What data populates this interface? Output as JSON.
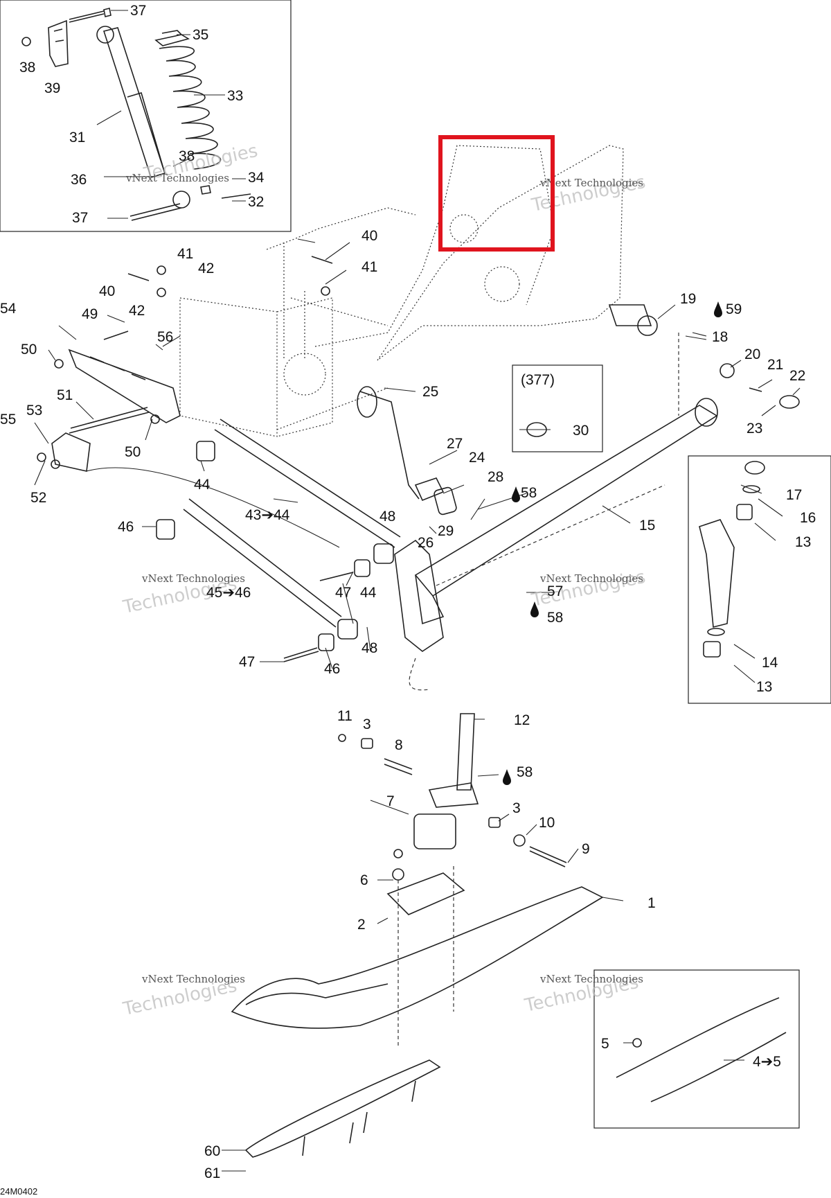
{
  "diagram_code": "24M0402",
  "watermark": {
    "line1": "vNext Technologies",
    "line2": "Technologies",
    "line0": "vNext"
  },
  "callouts": [
    {
      "id": "c37a",
      "text": "37"
    },
    {
      "id": "c35",
      "text": "35"
    },
    {
      "id": "c38a",
      "text": "38"
    },
    {
      "id": "c39",
      "text": "39"
    },
    {
      "id": "c33",
      "text": "33"
    },
    {
      "id": "c31",
      "text": "31"
    },
    {
      "id": "c38b",
      "text": "38"
    },
    {
      "id": "c36",
      "text": "36"
    },
    {
      "id": "c34",
      "text": "34"
    },
    {
      "id": "c32",
      "text": "32"
    },
    {
      "id": "c37b",
      "text": "37"
    },
    {
      "id": "c40a",
      "text": "40"
    },
    {
      "id": "c41a",
      "text": "41"
    },
    {
      "id": "c42a",
      "text": "42"
    },
    {
      "id": "c41b",
      "text": "41"
    },
    {
      "id": "c40b",
      "text": "40"
    },
    {
      "id": "c42b",
      "text": "42"
    },
    {
      "id": "c54",
      "text": "54"
    },
    {
      "id": "c49",
      "text": "49"
    },
    {
      "id": "c56",
      "text": "56"
    },
    {
      "id": "c50a",
      "text": "50"
    },
    {
      "id": "c51",
      "text": "51"
    },
    {
      "id": "c53",
      "text": "53"
    },
    {
      "id": "c55",
      "text": "55"
    },
    {
      "id": "c50b",
      "text": "50"
    },
    {
      "id": "c52",
      "text": "52"
    },
    {
      "id": "c44a",
      "text": "44"
    },
    {
      "id": "c4344",
      "text": "43➔44"
    },
    {
      "id": "c46a",
      "text": "46"
    },
    {
      "id": "c4546",
      "text": "45➔46"
    },
    {
      "id": "c47a",
      "text": "47"
    },
    {
      "id": "c44b",
      "text": "44"
    },
    {
      "id": "c48a",
      "text": "48"
    },
    {
      "id": "c47b",
      "text": "47"
    },
    {
      "id": "c46b",
      "text": "46"
    },
    {
      "id": "c48b",
      "text": "48"
    },
    {
      "id": "c19",
      "text": "19"
    },
    {
      "id": "c59",
      "text": "59"
    },
    {
      "id": "c18",
      "text": "18"
    },
    {
      "id": "c20",
      "text": "20"
    },
    {
      "id": "c21",
      "text": "21"
    },
    {
      "id": "c22",
      "text": "22"
    },
    {
      "id": "c23",
      "text": "23"
    },
    {
      "id": "c377",
      "text": "(377)"
    },
    {
      "id": "c30",
      "text": "30"
    },
    {
      "id": "c25",
      "text": "25"
    },
    {
      "id": "c27",
      "text": "27"
    },
    {
      "id": "c24",
      "text": "24"
    },
    {
      "id": "c28",
      "text": "28"
    },
    {
      "id": "c58a",
      "text": "58"
    },
    {
      "id": "c29",
      "text": "29"
    },
    {
      "id": "c26",
      "text": "26"
    },
    {
      "id": "c15",
      "text": "15"
    },
    {
      "id": "c57",
      "text": "57"
    },
    {
      "id": "c58b",
      "text": "58"
    },
    {
      "id": "c17",
      "text": "17"
    },
    {
      "id": "c16",
      "text": "16"
    },
    {
      "id": "c13a",
      "text": "13"
    },
    {
      "id": "c14",
      "text": "14"
    },
    {
      "id": "c13b",
      "text": "13"
    },
    {
      "id": "c11",
      "text": "11"
    },
    {
      "id": "c3a",
      "text": "3"
    },
    {
      "id": "c8",
      "text": "8"
    },
    {
      "id": "c12",
      "text": "12"
    },
    {
      "id": "c58c",
      "text": "58"
    },
    {
      "id": "c7",
      "text": "7"
    },
    {
      "id": "c3b",
      "text": "3"
    },
    {
      "id": "c10",
      "text": "10"
    },
    {
      "id": "c9",
      "text": "9"
    },
    {
      "id": "c6",
      "text": "6"
    },
    {
      "id": "c1",
      "text": "1"
    },
    {
      "id": "c2",
      "text": "2"
    },
    {
      "id": "c5",
      "text": "5"
    },
    {
      "id": "c45",
      "text": "4➔5"
    },
    {
      "id": "c60",
      "text": "60"
    },
    {
      "id": "c61",
      "text": "61"
    }
  ],
  "highlight": {
    "color": "#e0141e"
  }
}
